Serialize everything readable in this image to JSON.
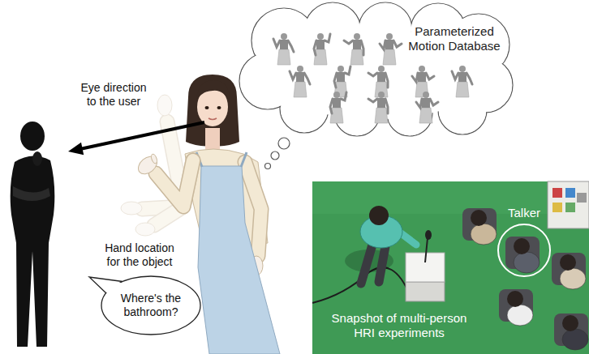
{
  "diagram": {
    "nodes": [
      {
        "text": [
          "Parameterized Motion Database"
        ]
      },
      {
        "text": [
          "Where's the bathroom?"
        ]
      },
      {
        "text": [
          "Snapshot of multi-person HRI experiments"
        ]
      },
      {
        "text": [
          "Talker"
        ],
        "in": 2
      }
    ],
    "labels": [
      "Eye direction to the user",
      "Hand location for the object"
    ]
  }
}
